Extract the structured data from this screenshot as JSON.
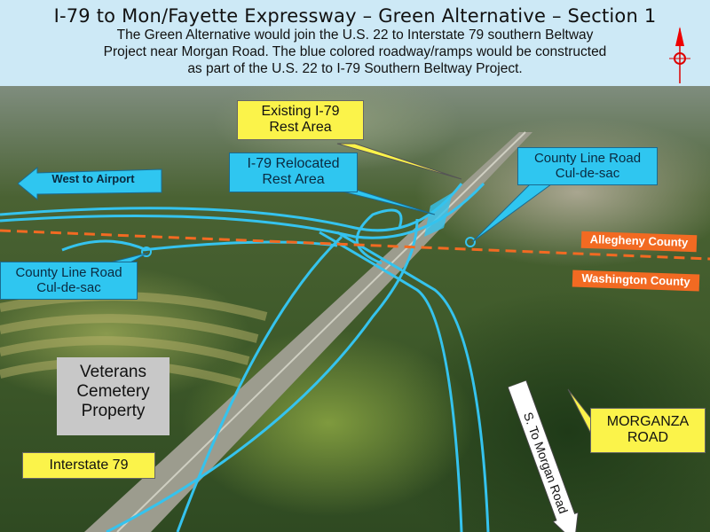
{
  "header": {
    "title": "I-79 to Mon/Fayette Expressway – Green Alternative – Section 1",
    "lines": [
      "The Green Alternative would join the U.S. 22 to Interstate 79 southern Beltway",
      "Project near Morgan Road.  The blue colored roadway/ramps would be constructed",
      "as part of the U.S. 22 to I-79 Southern Beltway Project."
    ]
  },
  "labels": {
    "existing_rest_area": [
      "Existing I-79",
      "Rest Area"
    ],
    "relocated_rest_area": [
      "I-79 Relocated",
      "Rest Area"
    ],
    "west_to_airport": "West to Airport",
    "county_line_right": [
      "County Line Road",
      "Cul-de-sac"
    ],
    "county_line_left": [
      "County Line Road",
      "Cul-de-sac"
    ],
    "allegheny": "Allegheny County",
    "washington": "Washington County",
    "cemetery": [
      "Veterans",
      "Cemetery",
      "Property"
    ],
    "interstate": "Interstate 79",
    "to_morgan": "S. To Morgan Road",
    "morganza": [
      "MORGANZA",
      "ROAD"
    ]
  },
  "colors": {
    "proposed_roadway": "#35c3ee",
    "county_line": "#f26a22",
    "callout_yellow": "#fbf34a",
    "header_bg": "#cde9f6"
  },
  "icons": [
    "north-arrow-icon"
  ]
}
